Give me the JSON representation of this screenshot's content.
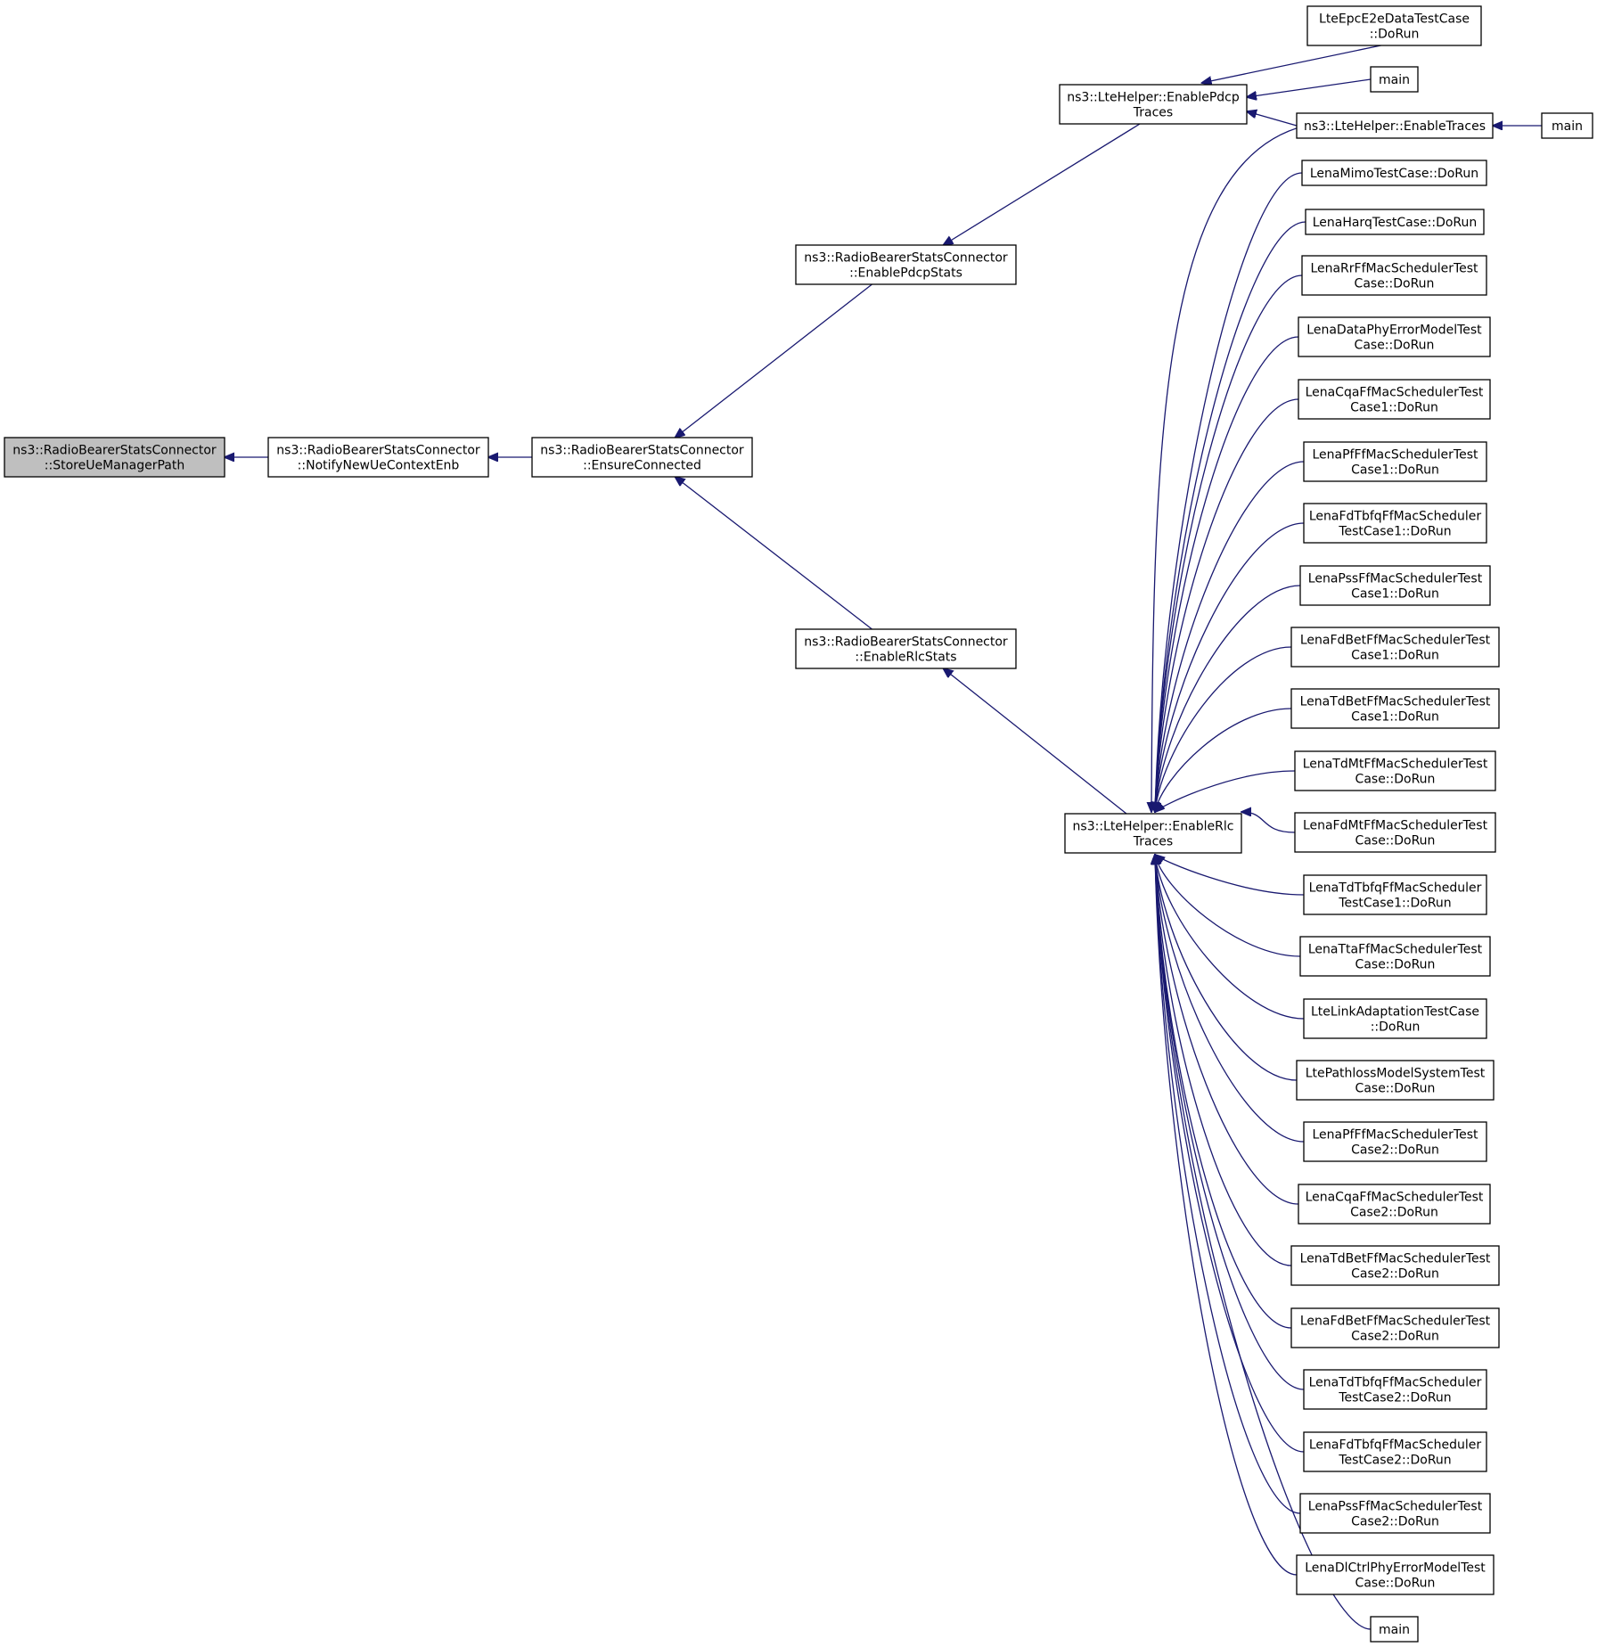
{
  "graph": {
    "title": "",
    "edge_color": "#191970",
    "highlight_fill": "#bfbfbf",
    "node_fill": "#ffffff",
    "nodes": [
      {
        "id": "store",
        "lines": [
          "ns3::RadioBearerStatsConnector",
          "::StoreUeManagerPath"
        ],
        "highlighted": true
      },
      {
        "id": "notify",
        "lines": [
          "ns3::RadioBearerStatsConnector",
          "::NotifyNewUeContextEnb"
        ]
      },
      {
        "id": "ensure",
        "lines": [
          "ns3::RadioBearerStatsConnector",
          "::EnsureConnected"
        ]
      },
      {
        "id": "pdcpstats",
        "lines": [
          "ns3::RadioBearerStatsConnector",
          "::EnablePdcpStats"
        ]
      },
      {
        "id": "rlcstats",
        "lines": [
          "ns3::RadioBearerStatsConnector",
          "::EnableRlcStats"
        ]
      },
      {
        "id": "pdcptraces",
        "lines": [
          "ns3::LteHelper::EnablePdcp",
          "Traces"
        ]
      },
      {
        "id": "rlctraces",
        "lines": [
          "ns3::LteHelper::EnableRlc",
          "Traces"
        ]
      },
      {
        "id": "e2e",
        "lines": [
          "LteEpcE2eDataTestCase",
          "::DoRun"
        ]
      },
      {
        "id": "main1",
        "lines": [
          "main"
        ]
      },
      {
        "id": "enabletraces",
        "lines": [
          "ns3::LteHelper::EnableTraces"
        ]
      },
      {
        "id": "main2",
        "lines": [
          "main"
        ]
      },
      {
        "id": "mimo",
        "lines": [
          "LenaMimoTestCase::DoRun"
        ]
      },
      {
        "id": "harq",
        "lines": [
          "LenaHarqTestCase::DoRun"
        ]
      },
      {
        "id": "rr",
        "lines": [
          "LenaRrFfMacSchedulerTest",
          "Case::DoRun"
        ]
      },
      {
        "id": "dataphy",
        "lines": [
          "LenaDataPhyErrorModelTest",
          "Case::DoRun"
        ]
      },
      {
        "id": "cqa1",
        "lines": [
          "LenaCqaFfMacSchedulerTest",
          "Case1::DoRun"
        ]
      },
      {
        "id": "pf1",
        "lines": [
          "LenaPfFfMacSchedulerTest",
          "Case1::DoRun"
        ]
      },
      {
        "id": "fdtbfq1",
        "lines": [
          "LenaFdTbfqFfMacScheduler",
          "TestCase1::DoRun"
        ]
      },
      {
        "id": "pss1",
        "lines": [
          "LenaPssFfMacSchedulerTest",
          "Case1::DoRun"
        ]
      },
      {
        "id": "fdbet1",
        "lines": [
          "LenaFdBetFfMacSchedulerTest",
          "Case1::DoRun"
        ]
      },
      {
        "id": "tdbet1",
        "lines": [
          "LenaTdBetFfMacSchedulerTest",
          "Case1::DoRun"
        ]
      },
      {
        "id": "tdmt",
        "lines": [
          "LenaTdMtFfMacSchedulerTest",
          "Case::DoRun"
        ]
      },
      {
        "id": "fdmt",
        "lines": [
          "LenaFdMtFfMacSchedulerTest",
          "Case::DoRun"
        ]
      },
      {
        "id": "tdtbfq1",
        "lines": [
          "LenaTdTbfqFfMacScheduler",
          "TestCase1::DoRun"
        ]
      },
      {
        "id": "tta",
        "lines": [
          "LenaTtaFfMacSchedulerTest",
          "Case::DoRun"
        ]
      },
      {
        "id": "linkadapt",
        "lines": [
          "LteLinkAdaptationTestCase",
          "::DoRun"
        ]
      },
      {
        "id": "pathloss",
        "lines": [
          "LtePathlossModelSystemTest",
          "Case::DoRun"
        ]
      },
      {
        "id": "pf2",
        "lines": [
          "LenaPfFfMacSchedulerTest",
          "Case2::DoRun"
        ]
      },
      {
        "id": "cqa2",
        "lines": [
          "LenaCqaFfMacSchedulerTest",
          "Case2::DoRun"
        ]
      },
      {
        "id": "tdbet2",
        "lines": [
          "LenaTdBetFfMacSchedulerTest",
          "Case2::DoRun"
        ]
      },
      {
        "id": "fdbet2",
        "lines": [
          "LenaFdBetFfMacSchedulerTest",
          "Case2::DoRun"
        ]
      },
      {
        "id": "tdtbfq2",
        "lines": [
          "LenaTdTbfqFfMacScheduler",
          "TestCase2::DoRun"
        ]
      },
      {
        "id": "fdtbfq2",
        "lines": [
          "LenaFdTbfqFfMacScheduler",
          "TestCase2::DoRun"
        ]
      },
      {
        "id": "pss2",
        "lines": [
          "LenaPssFfMacSchedulerTest",
          "Case2::DoRun"
        ]
      },
      {
        "id": "dlctrl",
        "lines": [
          "LenaDlCtrlPhyErrorModelTest",
          "Case::DoRun"
        ]
      },
      {
        "id": "main3",
        "lines": [
          "main"
        ]
      }
    ],
    "edges": [
      {
        "from": "notify",
        "to": "store"
      },
      {
        "from": "ensure",
        "to": "notify"
      },
      {
        "from": "pdcpstats",
        "to": "ensure"
      },
      {
        "from": "rlcstats",
        "to": "ensure"
      },
      {
        "from": "pdcptraces",
        "to": "pdcpstats"
      },
      {
        "from": "rlctraces",
        "to": "rlcstats"
      },
      {
        "from": "e2e",
        "to": "pdcptraces"
      },
      {
        "from": "main1",
        "to": "pdcptraces"
      },
      {
        "from": "enabletraces",
        "to": "pdcptraces"
      },
      {
        "from": "main2",
        "to": "enabletraces"
      },
      {
        "from": "enabletraces",
        "to": "rlctraces"
      },
      {
        "from": "mimo",
        "to": "rlctraces"
      },
      {
        "from": "harq",
        "to": "rlctraces"
      },
      {
        "from": "rr",
        "to": "rlctraces"
      },
      {
        "from": "dataphy",
        "to": "rlctraces"
      },
      {
        "from": "cqa1",
        "to": "rlctraces"
      },
      {
        "from": "pf1",
        "to": "rlctraces"
      },
      {
        "from": "fdtbfq1",
        "to": "rlctraces"
      },
      {
        "from": "pss1",
        "to": "rlctraces"
      },
      {
        "from": "fdbet1",
        "to": "rlctraces"
      },
      {
        "from": "tdbet1",
        "to": "rlctraces"
      },
      {
        "from": "tdmt",
        "to": "rlctraces"
      },
      {
        "from": "fdmt",
        "to": "rlctraces"
      },
      {
        "from": "tdtbfq1",
        "to": "rlctraces"
      },
      {
        "from": "tta",
        "to": "rlctraces"
      },
      {
        "from": "linkadapt",
        "to": "rlctraces"
      },
      {
        "from": "pathloss",
        "to": "rlctraces"
      },
      {
        "from": "pf2",
        "to": "rlctraces"
      },
      {
        "from": "cqa2",
        "to": "rlctraces"
      },
      {
        "from": "tdbet2",
        "to": "rlctraces"
      },
      {
        "from": "fdbet2",
        "to": "rlctraces"
      },
      {
        "from": "tdtbfq2",
        "to": "rlctraces"
      },
      {
        "from": "fdtbfq2",
        "to": "rlctraces"
      },
      {
        "from": "pss2",
        "to": "rlctraces"
      },
      {
        "from": "dlctrl",
        "to": "rlctraces"
      },
      {
        "from": "main3",
        "to": "rlctraces"
      }
    ]
  }
}
